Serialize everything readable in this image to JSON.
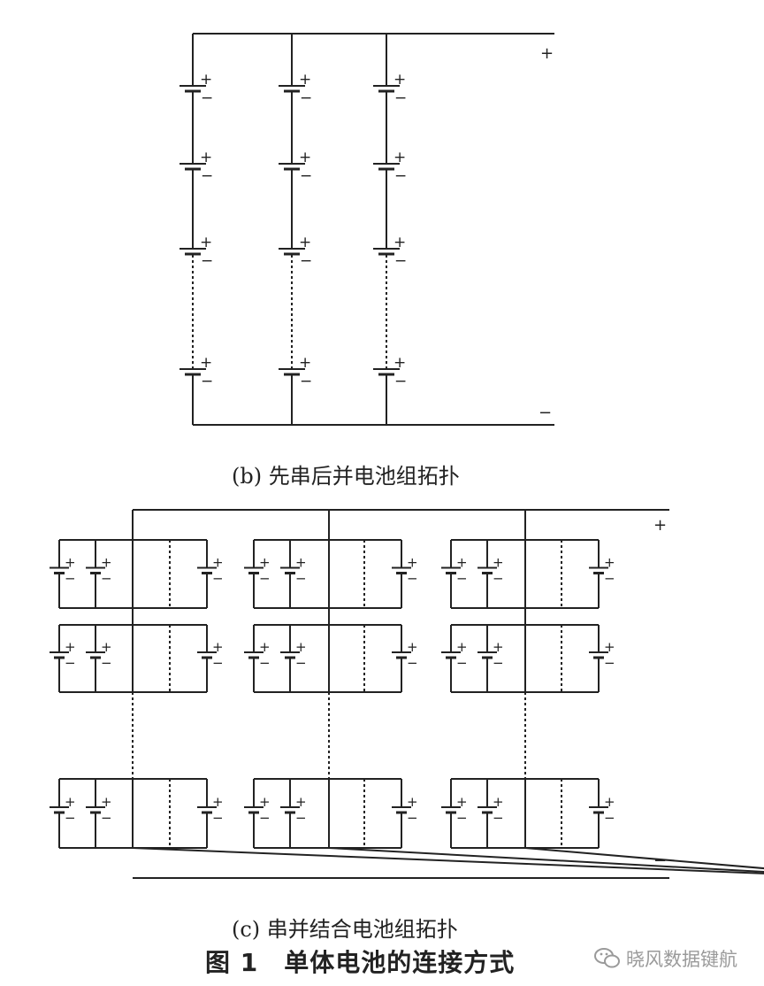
{
  "figure": {
    "title": "图 1　单体电池的连接方式",
    "panel_b": {
      "caption": "(b) 先串后并电池组拓扑",
      "bus_positive": "+",
      "bus_negative": "−",
      "strings": 3,
      "cells_per_string_visible": 4
    },
    "panel_c": {
      "caption": "(c) 串并结合电池组拓扑",
      "bus_positive": "+",
      "bus_negative": "−",
      "module_columns": 3,
      "module_rows_visible": 3,
      "cells_per_module_visible": 3
    },
    "cell_positive": "+",
    "cell_negative": "−"
  },
  "watermark": {
    "text": "晓风数据键航",
    "icon": "wechat-icon"
  },
  "colors": {
    "line": "#222222",
    "watermark": "#9a9a9a"
  }
}
